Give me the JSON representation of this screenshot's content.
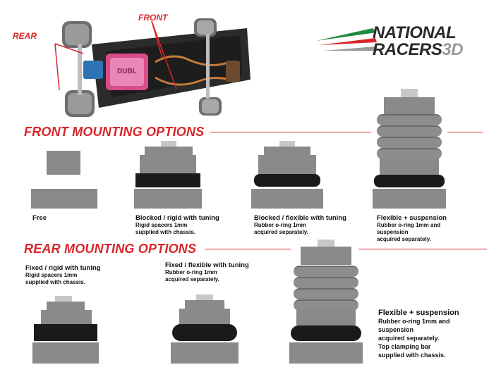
{
  "logo": {
    "line1": "NATIONAL",
    "line2": "RACERS",
    "line3": "3D",
    "colors": {
      "green": "#1f8a3b",
      "red": "#d8262b",
      "gray": "#9a9a9a"
    }
  },
  "photo": {
    "callout_rear": "REAR",
    "callout_front": "FRONT",
    "motor_label": "DUBL"
  },
  "front_section": {
    "heading": "FRONT MOUNTING OPTIONS",
    "options": [
      {
        "title": "Free",
        "lines": []
      },
      {
        "title": "Blocked / rigid with tuning",
        "lines": [
          "Rigid spacers 1mm",
          "supplied with chassis."
        ]
      },
      {
        "title": "Blocked / flexible with tuning",
        "lines": [
          "Rubber o-ring 1mm",
          "acquired separately."
        ]
      },
      {
        "title": "Flexible + suspension",
        "lines": [
          "Rubber o-ring 1mm and",
          "suspension",
          "acquired separately."
        ]
      }
    ]
  },
  "rear_section": {
    "heading": "REAR MOUNTING OPTIONS",
    "options": [
      {
        "title": "Fixed / rigid with tuning",
        "lines": [
          "Rigid spacers 1mm",
          "supplied with chassis."
        ]
      },
      {
        "title": "Fixed / flexible with tuning",
        "lines": [
          "Rubber o-ring 1mm",
          "acquired separately."
        ]
      },
      {
        "title": "Flexible + suspension",
        "lines": [
          "Rubber o-ring 1mm and",
          "suspension",
          "acquired separately.",
          "Top clamping bar",
          "supplied with chassis."
        ]
      }
    ]
  },
  "colors": {
    "accent": "#d8262b",
    "block_light": "#c7c7c7",
    "block_mid": "#8a8a8a",
    "spacer": "#1b1b1b"
  }
}
